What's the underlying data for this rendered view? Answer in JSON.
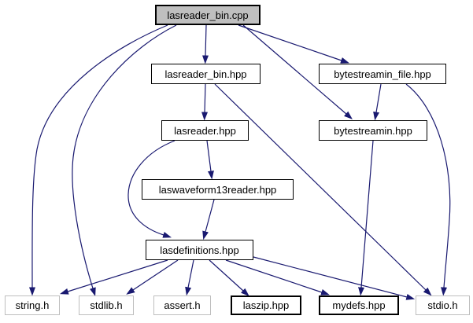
{
  "diagram": {
    "type": "include-dependency-graph",
    "root_file": "lasreader_bin.cpp",
    "colors": {
      "edge": "#191970",
      "root_fill": "#bfbfbf",
      "node_border": "#000000",
      "system_border": "#bebebe",
      "text": "#000000",
      "background": "#ffffff"
    },
    "nodes": [
      {
        "id": "lasreader_bin_cpp",
        "label": "lasreader_bin.cpp",
        "kind": "root"
      },
      {
        "id": "lasreader_bin_hpp",
        "label": "lasreader_bin.hpp",
        "kind": "header"
      },
      {
        "id": "bytestreamin_file_hpp",
        "label": "bytestreamin_file.hpp",
        "kind": "header"
      },
      {
        "id": "lasreader_hpp",
        "label": "lasreader.hpp",
        "kind": "header"
      },
      {
        "id": "bytestreamin_hpp",
        "label": "bytestreamin.hpp",
        "kind": "header"
      },
      {
        "id": "laswaveform13reader_hpp",
        "label": "laswaveform13reader.hpp",
        "kind": "header"
      },
      {
        "id": "lasdefinitions_hpp",
        "label": "lasdefinitions.hpp",
        "kind": "header"
      },
      {
        "id": "string_h",
        "label": "string.h",
        "kind": "system"
      },
      {
        "id": "stdlib_h",
        "label": "stdlib.h",
        "kind": "system"
      },
      {
        "id": "assert_h",
        "label": "assert.h",
        "kind": "system"
      },
      {
        "id": "laszip_hpp",
        "label": "laszip.hpp",
        "kind": "header-bold"
      },
      {
        "id": "mydefs_hpp",
        "label": "mydefs.hpp",
        "kind": "header-bold"
      },
      {
        "id": "stdio_h",
        "label": "stdio.h",
        "kind": "system"
      }
    ],
    "edges": [
      {
        "from": "lasreader_bin_cpp",
        "to": "string_h"
      },
      {
        "from": "lasreader_bin_cpp",
        "to": "stdlib_h"
      },
      {
        "from": "lasreader_bin_cpp",
        "to": "lasreader_bin_hpp"
      },
      {
        "from": "lasreader_bin_cpp",
        "to": "bytestreamin_hpp"
      },
      {
        "from": "lasreader_bin_cpp",
        "to": "bytestreamin_file_hpp"
      },
      {
        "from": "lasreader_bin_hpp",
        "to": "lasreader_hpp"
      },
      {
        "from": "lasreader_bin_hpp",
        "to": "stdio_h"
      },
      {
        "from": "bytestreamin_file_hpp",
        "to": "bytestreamin_hpp"
      },
      {
        "from": "bytestreamin_file_hpp",
        "to": "stdio_h"
      },
      {
        "from": "lasreader_hpp",
        "to": "laswaveform13reader_hpp"
      },
      {
        "from": "lasreader_hpp",
        "to": "lasdefinitions_hpp"
      },
      {
        "from": "laswaveform13reader_hpp",
        "to": "lasdefinitions_hpp"
      },
      {
        "from": "bytestreamin_hpp",
        "to": "mydefs_hpp"
      },
      {
        "from": "lasdefinitions_hpp",
        "to": "string_h"
      },
      {
        "from": "lasdefinitions_hpp",
        "to": "stdlib_h"
      },
      {
        "from": "lasdefinitions_hpp",
        "to": "assert_h"
      },
      {
        "from": "lasdefinitions_hpp",
        "to": "laszip_hpp"
      },
      {
        "from": "lasdefinitions_hpp",
        "to": "mydefs_hpp"
      },
      {
        "from": "lasdefinitions_hpp",
        "to": "stdio_h"
      }
    ]
  }
}
